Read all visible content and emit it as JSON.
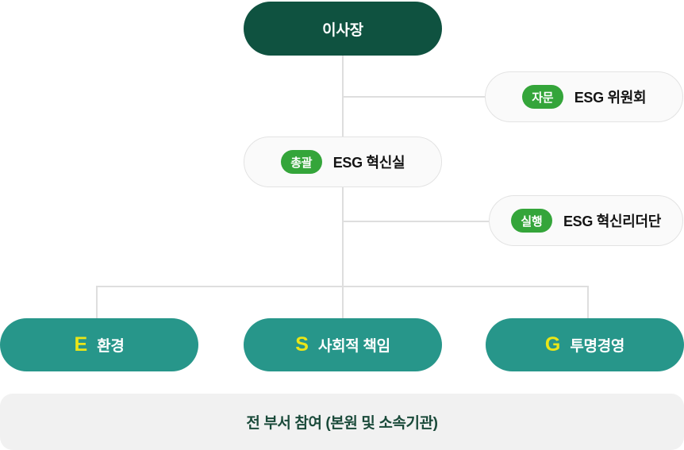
{
  "diagram": {
    "title_node": {
      "label": "이사장",
      "bg_color": "#0f5240",
      "text_color": "#ffffff"
    },
    "advisory_node": {
      "badge": "자문",
      "label": "ESG 위원회",
      "badge_color": "#34a53a",
      "bg_color": "#fafafa"
    },
    "management_node": {
      "badge": "총괄",
      "label": "ESG 혁신실",
      "badge_color": "#34a53a",
      "bg_color": "#fafafa"
    },
    "execution_node": {
      "badge": "실행",
      "label": "ESG 혁신리더단",
      "badge_color": "#34a53a",
      "bg_color": "#fafafa"
    },
    "pillars": [
      {
        "letter": "E",
        "label": "환경",
        "bg_color": "#27968a",
        "letter_color": "#eae617"
      },
      {
        "letter": "S",
        "label": "사회적 책임",
        "bg_color": "#27968a",
        "letter_color": "#eae617"
      },
      {
        "letter": "G",
        "label": "투명경영",
        "bg_color": "#27968a",
        "letter_color": "#eae617"
      }
    ],
    "footer_node": {
      "label": "전 부서 참여 (본원 및 소속기관)",
      "bg_color": "#f1f1f1",
      "text_color": "#1a4a3a"
    },
    "connector_color": "#dedede"
  }
}
